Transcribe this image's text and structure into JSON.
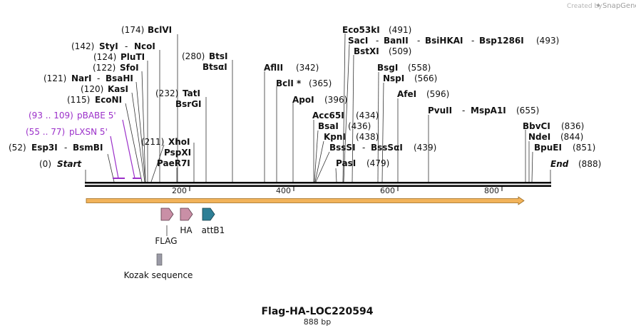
{
  "branding": {
    "created_by": "Created by",
    "product": "SnapGene"
  },
  "map": {
    "name": "Flag-HA-LOC220594",
    "length_label": "888 bp",
    "length_bp": 888,
    "start_label": "Start",
    "start_pos": "(0)",
    "end_label": "End",
    "end_pos": "(888)",
    "ruler_ticks": [
      "200",
      "400",
      "600",
      "800"
    ]
  },
  "sites": [
    {
      "id": "bclvi",
      "num": "(174)",
      "names": [
        "BclVI"
      ]
    },
    {
      "id": "styi",
      "num": "(142)",
      "names": [
        "StyI",
        "NcoI"
      ]
    },
    {
      "id": "pluti",
      "num": "(124)",
      "names": [
        "PluTI"
      ]
    },
    {
      "id": "sfoi",
      "num": "(122)",
      "names": [
        "SfoI"
      ]
    },
    {
      "id": "nari",
      "num": "(121)",
      "names": [
        "NarI",
        "BsaHI"
      ]
    },
    {
      "id": "kasi",
      "num": "(120)",
      "names": [
        "KasI"
      ]
    },
    {
      "id": "econi",
      "num": "(115)",
      "names": [
        "EcoNI"
      ]
    },
    {
      "id": "esp3i",
      "num": "(52)",
      "names": [
        "Esp3I",
        "BsmBI"
      ]
    },
    {
      "id": "btsi",
      "num": "(280)",
      "names": [
        "BtsI"
      ]
    },
    {
      "id": "btsai",
      "num": "",
      "names": [
        "BtsαI"
      ]
    },
    {
      "id": "tati",
      "num": "(232)",
      "names": [
        "TatI"
      ]
    },
    {
      "id": "bsrgi",
      "num": "",
      "names": [
        "BsrGI"
      ]
    },
    {
      "id": "xhoi",
      "num": "(211)",
      "names": [
        "XhoI"
      ]
    },
    {
      "id": "pspxi",
      "num": "",
      "names": [
        "PspXI"
      ]
    },
    {
      "id": "paer7i",
      "num": "",
      "names": [
        "PaeR7I"
      ]
    },
    {
      "id": "aflii",
      "num": "(342)",
      "names": [
        "AflII"
      ]
    },
    {
      "id": "bcli",
      "num": "(365)",
      "names": [
        "BclI *"
      ]
    },
    {
      "id": "apoi",
      "num": "(396)",
      "names": [
        "ApoI"
      ]
    },
    {
      "id": "acc65i",
      "num": "(434)",
      "names": [
        "Acc65I"
      ]
    },
    {
      "id": "bsai",
      "num": "(436)",
      "names": [
        "BsaI"
      ]
    },
    {
      "id": "kpni",
      "num": "(438)",
      "names": [
        "KpnI"
      ]
    },
    {
      "id": "bsssi",
      "num": "(439)",
      "names": [
        "BssSI",
        "BssSαI"
      ]
    },
    {
      "id": "pasi",
      "num": "(479)",
      "names": [
        "PasI"
      ]
    },
    {
      "id": "eco53ki",
      "num": "(491)",
      "names": [
        "Eco53kI"
      ]
    },
    {
      "id": "saci",
      "num": "(493)",
      "names": [
        "SacI",
        "BanII",
        "BsiHKAI",
        "Bsp1286I"
      ]
    },
    {
      "id": "bstxi",
      "num": "(509)",
      "names": [
        "BstXI"
      ]
    },
    {
      "id": "bsgi",
      "num": "(558)",
      "names": [
        "BsgI"
      ]
    },
    {
      "id": "nspi",
      "num": "(566)",
      "names": [
        "NspI"
      ]
    },
    {
      "id": "afei",
      "num": "(596)",
      "names": [
        "AfeI"
      ]
    },
    {
      "id": "pvuii",
      "num": "(655)",
      "names": [
        "PvuII",
        "MspA1I"
      ]
    },
    {
      "id": "bbvci",
      "num": "(836)",
      "names": [
        "BbvCI"
      ]
    },
    {
      "id": "ndei",
      "num": "(844)",
      "names": [
        "NdeI"
      ]
    },
    {
      "id": "bpuei",
      "num": "(851)",
      "names": [
        "BpuEI"
      ]
    }
  ],
  "primers": [
    {
      "id": "pbabe",
      "range": "(93 .. 109)",
      "name": "pBABE 5'"
    },
    {
      "id": "plxsn",
      "range": "(55 .. 77)",
      "name": "pLXSN 5'"
    }
  ],
  "features": [
    {
      "id": "flag",
      "name": "FLAG",
      "color": "#c98fa6"
    },
    {
      "id": "ha",
      "name": "HA",
      "color": "#c98fa6"
    },
    {
      "id": "attb1",
      "name": "attB1",
      "color": "#2e7f96"
    },
    {
      "id": "kozak",
      "name": "Kozak sequence",
      "color": "#9a9aa6"
    }
  ],
  "colors": {
    "orf_fill": "#f2b35a",
    "orf_stroke": "#9a6a1e",
    "primer": "#9b30c9",
    "backbone": "#000000"
  }
}
